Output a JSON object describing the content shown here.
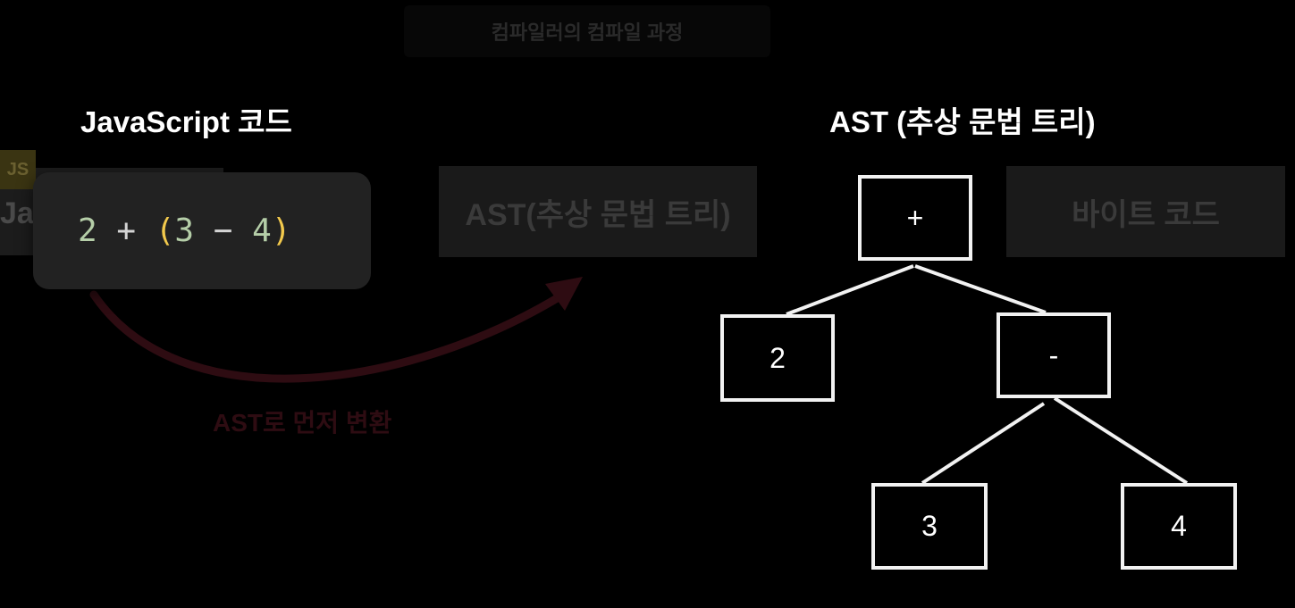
{
  "faded_title": "컴파일러의 컴파일 과정",
  "js_heading": "JavaScript 코드",
  "ast_heading": "AST (추상 문법 트리)",
  "ghost": {
    "js_badge": "JS",
    "js_label": "Ja",
    "ast_box": "AST(추상 문법 트리)",
    "bytecode_box": "바이트 코드"
  },
  "code": {
    "tokens": [
      {
        "text": "2",
        "kind": "num"
      },
      {
        "text": " + ",
        "kind": "op"
      },
      {
        "text": "(",
        "kind": "paren"
      },
      {
        "text": "3",
        "kind": "num"
      },
      {
        "text": " − ",
        "kind": "op"
      },
      {
        "text": "4",
        "kind": "num"
      },
      {
        "text": ")",
        "kind": "paren"
      }
    ]
  },
  "arrow_caption": "AST로 먼저 변환",
  "tree": {
    "root": "+",
    "left": "2",
    "right": "-",
    "right_left": "3",
    "right_right": "4"
  },
  "colors": {
    "background": "#000000",
    "node_border": "#f2f2f2",
    "arrow": "#2e0c12"
  }
}
